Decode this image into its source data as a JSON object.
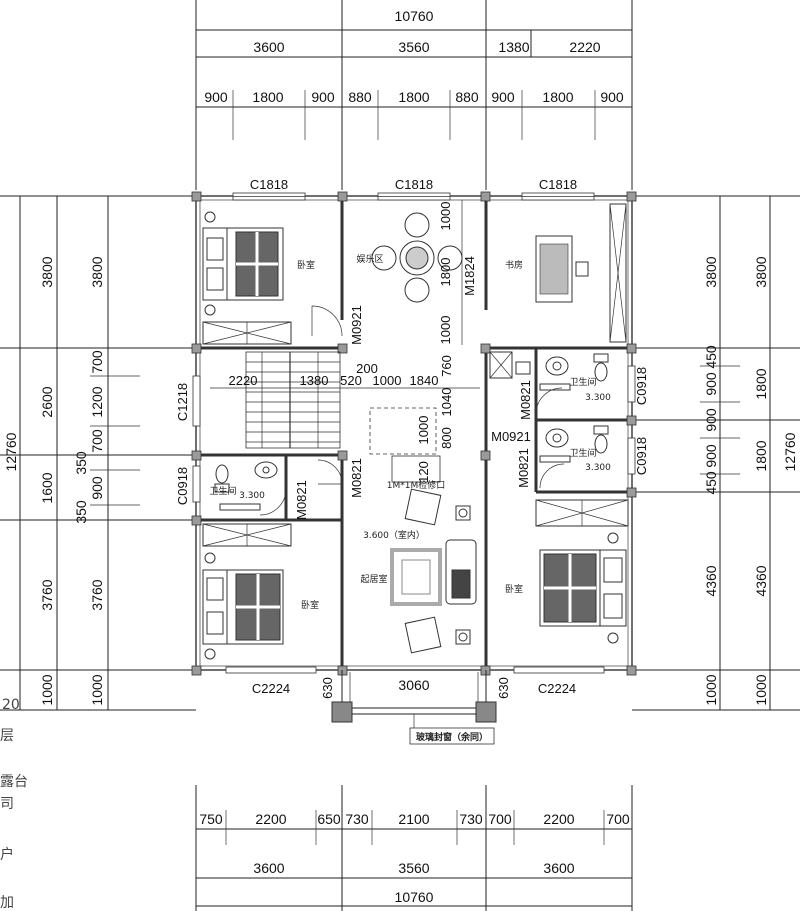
{
  "dims": {
    "top_total": "10760",
    "top_row2": [
      "3600",
      "3560",
      "1380",
      "2220"
    ],
    "top_row3": [
      "900",
      "1800",
      "900",
      "880",
      "1800",
      "880",
      "900",
      "1800",
      "900"
    ],
    "bottom_row1": [
      "750",
      "2200",
      "650",
      "730",
      "2100",
      "730",
      "700",
      "2200",
      "700"
    ],
    "bottom_row2": [
      "3600",
      "3560",
      "3600"
    ],
    "bottom_total": "10760",
    "left_outer": [
      "3800",
      "2600",
      "1600",
      "3760",
      "1000"
    ],
    "left_inner": [
      "3800",
      "700",
      "1200",
      "700",
      "350",
      "900",
      "350",
      "3760",
      "1000"
    ],
    "left_total": "12760",
    "right_inner": [
      "3800",
      "450",
      "900",
      "900",
      "900",
      "450",
      "4360",
      "1000"
    ],
    "right_outer": [
      "3800",
      "1800",
      "1800",
      "4360",
      "1000"
    ],
    "right_total": "12760",
    "interior": [
      "2220",
      "1380",
      "520",
      "1000",
      "1840",
      "200",
      "760",
      "1040",
      "1000",
      "800",
      "1000",
      "1800",
      "1000",
      "120"
    ],
    "bay": [
      "630",
      "3060",
      "630"
    ]
  },
  "windows": {
    "top": [
      "C1818",
      "C1818",
      "C1818"
    ],
    "bottom": [
      "C2224",
      "C2224"
    ],
    "side": [
      "C1218",
      "C0918",
      "C0918",
      "C0918"
    ]
  },
  "doors": [
    "M0921",
    "M1824",
    "M0821",
    "M0921",
    "M0821",
    "M0821",
    "M0821"
  ],
  "rooms": {
    "bedroom": "卧室",
    "entertainment": "娱乐区",
    "study": "书房",
    "bathroom": "卫生间",
    "living": "起居室"
  },
  "levels": {
    "bath": "3.300",
    "living": "3.600（室内）"
  },
  "notes": {
    "hole": "1M*1M检修口",
    "glass": "玻璃封窗（余同）"
  },
  "sidebar_fragments": [
    "20",
    "层",
    "露台",
    "司",
    "户",
    "加"
  ]
}
